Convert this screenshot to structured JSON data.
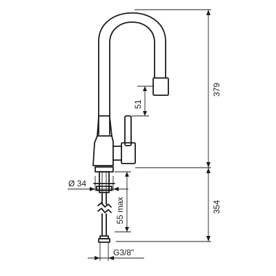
{
  "dimensions": {
    "total_height_label": "379",
    "spout_drop_label": "51",
    "diameter_label": "Ø 34",
    "max_deck_label": "55 max",
    "below_deck_label": "354",
    "thread_label": "G3/8\""
  }
}
